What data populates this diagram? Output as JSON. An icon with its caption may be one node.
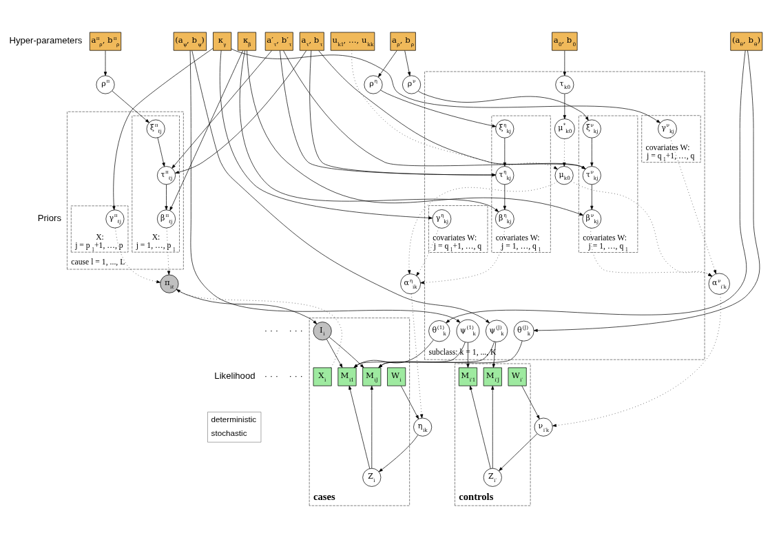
{
  "diagram": {
    "nodes": [
      {
        "text": [
          "a$^{π}$$_{ρ}$, b$^{π}$$_{ρ}$"
        ]
      },
      {
        "text": [
          "a$_{τ}$, b$_{τ}$"
        ]
      },
      {
        "text": [
          "a′$_{τ}$, b′$_{τ}$"
        ]
      },
      {
        "text": [
          "κ$_{β}$"
        ]
      },
      {
        "text": [
          "κ$_{γ}$"
        ]
      },
      {
        "text": [
          "a$_{ρ}$, b$_{ρ}$"
        ]
      },
      {
        "text": [
          "a$_{0}$, b$_{0}$"
        ]
      },
      {
        "text": [
          "u$_{k1}$, …, u$_{kk}$"
        ]
      },
      {
        "text": [
          "(a$_{θ}$, b$_{θ}$)"
        ]
      },
      {
        "text": [
          "(a$_{ψ}$, b$_{ψ}$)"
        ]
      },
      {
        "text": [
          "ρ$^{π}$"
        ]
      },
      {
        "text": [
          "ρ$^{η}$"
        ]
      },
      {
        "text": [
          "ρ$^{ν}$"
        ]
      },
      {
        "text": [
          "cause l = 1, ..., L"
        ]
      },
      {
        "text": [
          "X:",
          "j = 1, …, p$_{1}$"
        ],
        "in": 13
      },
      {
        "text": [
          "ξ$^{π}$$_{ℓj}$"
        ],
        "in": 14
      },
      {
        "text": [
          "τ$^{π}$$_{ℓj}$"
        ],
        "in": 14
      },
      {
        "text": [
          "β$^{π}$$_{ℓj}$"
        ],
        "in": 14
      },
      {
        "text": [
          "X:",
          "j = p$_{1}$+1, …, p"
        ],
        "in": 13
      },
      {
        "text": [
          "γ$^{π}$$_{ℓj}$"
        ],
        "in": 18
      },
      {
        "text": [
          "subclass: k = 1, ..., K"
        ]
      },
      {
        "text": [
          "covariates W:",
          "j = 1, …, q$_{1}$"
        ],
        "in": 20
      },
      {
        "text": [
          "ξ$^{η}$$_{kj}$"
        ],
        "in": 21
      },
      {
        "text": [
          "τ$^{η}$$_{kj}$"
        ],
        "in": 21
      },
      {
        "text": [
          "β$^{η}$$_{kj}$"
        ],
        "in": 21
      },
      {
        "text": [
          "covariates W:",
          "j = q$_{1}$+1, …, q"
        ],
        "in": 20
      },
      {
        "text": [
          "γ$^{η}$$_{kj}$"
        ],
        "in": 25
      },
      {
        "text": [
          "τ$_{k0}$"
        ],
        "in": 20
      },
      {
        "text": [
          "μ$^{*}$$_{k0}$"
        ],
        "in": 20
      },
      {
        "text": [
          "μ$_{k0}$"
        ],
        "in": 20
      },
      {
        "text": [
          "covariates W:",
          "j = q$_{1}$+1, …, q"
        ],
        "in": 20
      },
      {
        "text": [
          "γ$^{ν}$$_{kj}$"
        ],
        "in": 30
      },
      {
        "text": [
          "covariates W:",
          "j = 1, …, q$_{1}$"
        ],
        "in": 20
      },
      {
        "text": [
          "ξ$^{ν}$$_{kj}$"
        ],
        "in": 32
      },
      {
        "text": [
          "τ$^{ν}$$_{kj}$"
        ],
        "in": 32
      },
      {
        "text": [
          "β$^{ν}$$_{kj}$"
        ],
        "in": 32
      },
      {
        "text": [
          "θ$^{(1)}$$_{k}$"
        ],
        "in": 20
      },
      {
        "text": [
          "θ$^{(J)}$$_{k}$"
        ],
        "in": 20
      },
      {
        "text": [
          "ψ$^{(1)}$$_{k}$"
        ],
        "in": 20
      },
      {
        "text": [
          "ψ$^{(J)}$$_{k}$"
        ],
        "in": 20
      },
      {
        "text": [
          "α$^{η}$$_{ik}$"
        ]
      },
      {
        "text": [
          "η$_{ik}$"
        ]
      },
      {
        "text": [
          "α$^{ν}$$_{i′k}$"
        ]
      },
      {
        "text": [
          "ν$_{i′k}$"
        ]
      },
      {
        "text": [
          "π$_{iℓ}$"
        ]
      },
      {
        "text": [
          "cases"
        ]
      },
      {
        "text": [
          "I$_{i}$"
        ],
        "in": 45
      },
      {
        "text": [
          "Z$_{i}$"
        ],
        "in": 45
      },
      {
        "text": [
          "X$_{i}$"
        ],
        "in": 45
      },
      {
        "text": [
          "W$_{i}$"
        ],
        "in": 45
      },
      {
        "text": [
          "M$_{i1}$"
        ],
        "in": 45
      },
      {
        "text": [
          "M$_{iJ}$"
        ],
        "in": 45
      },
      {
        "text": [
          "controls"
        ]
      },
      {
        "text": [
          "Z$_{i′}$"
        ],
        "in": 52
      },
      {
        "text": [
          "M$_{i′1}$"
        ],
        "in": 52
      },
      {
        "text": [
          "M$_{i′J}$"
        ],
        "in": 52
      },
      {
        "text": [
          "W$_{i′}$"
        ],
        "in": 52
      }
    ],
    "edges": [
      {
        "from": 0,
        "to": 10,
        "arrow": "to"
      },
      {
        "from": 10,
        "to": 15,
        "arrow": "to"
      },
      {
        "from": 15,
        "to": 16,
        "arrow": "to"
      },
      {
        "from": 16,
        "to": 17,
        "arrow": "to"
      },
      {
        "from": 1,
        "to": 16,
        "arrow": "to"
      },
      {
        "from": 1,
        "to": 23,
        "arrow": "to"
      },
      {
        "from": 1,
        "to": 34,
        "arrow": "to"
      },
      {
        "from": 2,
        "to": 16,
        "arrow": "to"
      },
      {
        "from": 2,
        "to": 23,
        "arrow": "to"
      },
      {
        "from": 2,
        "to": 34,
        "arrow": "to"
      },
      {
        "from": 3,
        "to": 17,
        "arrow": "to"
      },
      {
        "from": 3,
        "to": 24,
        "arrow": "to"
      },
      {
        "from": 3,
        "to": 35,
        "arrow": "to"
      },
      {
        "from": 4,
        "to": 19,
        "arrow": "to"
      },
      {
        "from": 4,
        "to": 26,
        "arrow": "to"
      },
      {
        "from": 4,
        "to": 31,
        "arrow": "to"
      },
      {
        "from": 5,
        "to": 11,
        "arrow": "to"
      },
      {
        "from": 5,
        "to": 12,
        "arrow": "to"
      },
      {
        "from": 11,
        "to": 22,
        "arrow": "to"
      },
      {
        "from": 22,
        "to": 23,
        "arrow": "to"
      },
      {
        "from": 23,
        "to": 24,
        "arrow": "to"
      },
      {
        "from": 12,
        "to": 33,
        "arrow": "to"
      },
      {
        "from": 33,
        "to": 34,
        "arrow": "to"
      },
      {
        "from": 34,
        "to": 35,
        "arrow": "to"
      },
      {
        "from": 6,
        "to": 27,
        "arrow": "to"
      },
      {
        "from": 27,
        "to": 28,
        "arrow": "to"
      },
      {
        "from": 28,
        "to": 29,
        "arrow": "to",
        "style": "dashed"
      },
      {
        "from": 7,
        "to": 29,
        "arrow": "to",
        "style": "dashed"
      },
      {
        "from": 8,
        "to": 36,
        "arrow": "to"
      },
      {
        "from": 8,
        "to": 37,
        "arrow": "to"
      },
      {
        "from": 9,
        "to": 38,
        "arrow": "to"
      },
      {
        "from": 9,
        "to": 39,
        "arrow": "to"
      },
      {
        "from": 26,
        "to": 40,
        "arrow": "to",
        "style": "dashed"
      },
      {
        "from": 24,
        "to": 40,
        "arrow": "to",
        "style": "dashed"
      },
      {
        "from": 29,
        "to": 40,
        "arrow": "to",
        "style": "dashed"
      },
      {
        "from": 29,
        "to": 42,
        "arrow": "to",
        "style": "dashed"
      },
      {
        "from": 31,
        "to": 42,
        "arrow": "to",
        "style": "dashed"
      },
      {
        "from": 35,
        "to": 42,
        "arrow": "to",
        "style": "dashed"
      },
      {
        "from": 40,
        "to": 41,
        "arrow": "to",
        "style": "dashed"
      },
      {
        "from": 41,
        "to": 47,
        "arrow": "to"
      },
      {
        "from": 42,
        "to": 43,
        "arrow": "to",
        "style": "dashed"
      },
      {
        "from": 43,
        "to": 53,
        "arrow": "to"
      },
      {
        "from": 49,
        "to": 41,
        "arrow": "to"
      },
      {
        "from": 56,
        "to": 43,
        "arrow": "to"
      },
      {
        "from": 17,
        "to": 44,
        "arrow": "to",
        "style": "dashed"
      },
      {
        "from": 19,
        "to": 44,
        "arrow": "to",
        "style": "dashed"
      },
      {
        "from": 48,
        "to": 44,
        "arrow": "to",
        "style": "dashed"
      },
      {
        "from": 44,
        "to": 46,
        "arrow": "to"
      },
      {
        "from": 46,
        "to": 50,
        "arrow": "to"
      },
      {
        "from": 46,
        "to": 51,
        "arrow": "to"
      },
      {
        "from": 47,
        "to": 50,
        "arrow": "to"
      },
      {
        "from": 47,
        "to": 51,
        "arrow": "to"
      },
      {
        "from": 36,
        "to": 50,
        "arrow": "to"
      },
      {
        "from": 38,
        "to": 50,
        "arrow": "to"
      },
      {
        "from": 37,
        "to": 51,
        "arrow": "to"
      },
      {
        "from": 39,
        "to": 51,
        "arrow": "to"
      },
      {
        "from": 38,
        "to": 54,
        "arrow": "to"
      },
      {
        "from": 39,
        "to": 55,
        "arrow": "to"
      },
      {
        "from": 53,
        "to": 54,
        "arrow": "to"
      },
      {
        "from": 53,
        "to": 55,
        "arrow": "to"
      }
    ],
    "labels": [
      "Hyper-parameters",
      "Priors",
      "· · ·",
      "· · ·",
      "Likelihood",
      "· · ·",
      "· · ·"
    ],
    "legend": [
      {
        "text": "deterministic"
      },
      {
        "text": "stochastic"
      }
    ]
  }
}
